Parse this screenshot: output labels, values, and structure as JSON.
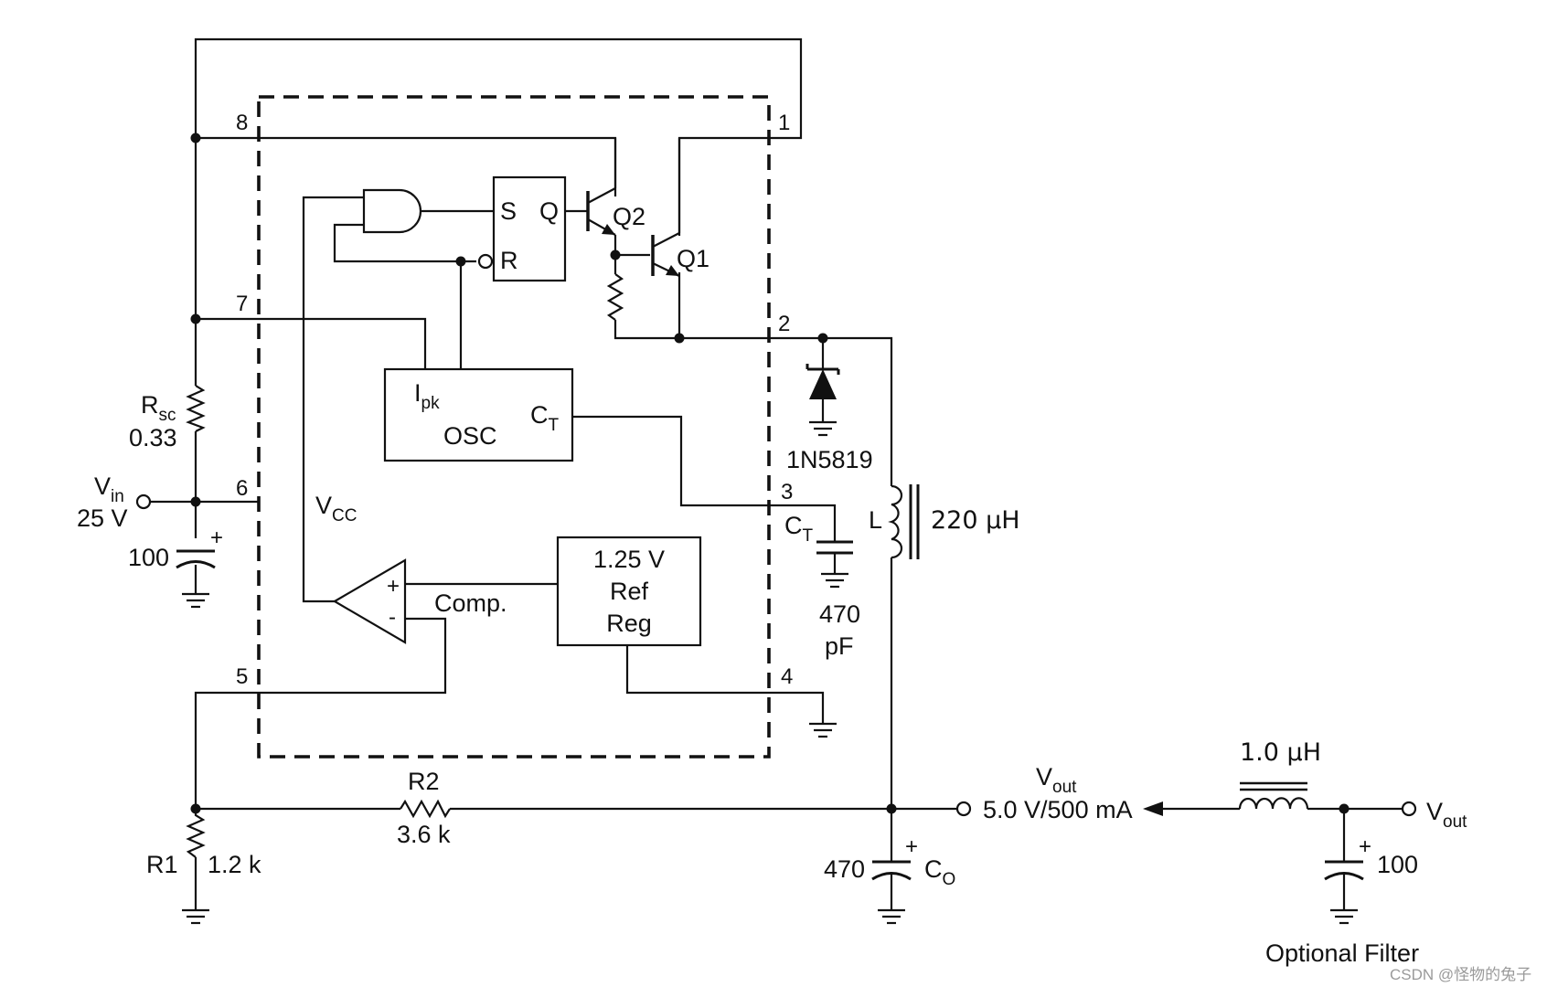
{
  "pins": [
    "8",
    "1",
    "7",
    "2",
    "6",
    "3",
    "5",
    "4"
  ],
  "blocks": {
    "latch_s": "S",
    "latch_q": "Q",
    "latch_r": "R",
    "osc_ipk": "I",
    "osc_ipk_sub": "pk",
    "osc_label": "OSC",
    "osc_ct": "C",
    "osc_ct_sub": "T",
    "vcc": "V",
    "vcc_sub": "CC",
    "comp_label": "Comp.",
    "comp_plus": "+",
    "comp_minus": "-",
    "ref_line1": "1.25 V",
    "ref_line2": "Ref",
    "ref_line3": "Reg"
  },
  "transistors": {
    "q2": "Q2",
    "q1": "Q1"
  },
  "external": {
    "rsc": "R",
    "rsc_sub": "sc",
    "rsc_value": "0.33",
    "vin": "V",
    "vin_sub": "in",
    "vin_value": "25 V",
    "cin_plus": "+",
    "cin_value": "100",
    "diode": "1N5819",
    "ct": "C",
    "ct_sub": "T",
    "ct_value_1": "470",
    "ct_value_2": "pF",
    "inductor": "L",
    "inductor_value": "220 μH",
    "r2": "R2",
    "r2_value": "3.6 k",
    "r1": "R1",
    "r1_value": "1.2 k",
    "cout_plus": "+",
    "cout_value": "470",
    "cout": "C",
    "cout_sub": "O",
    "vout": "V",
    "vout_sub": "out",
    "vout_value": "5.0 V/500 mA"
  },
  "filter": {
    "inductor_value": "1.0 μH",
    "cap_plus": "+",
    "cap_value": "100",
    "vout": "V",
    "vout_sub": "out",
    "caption": "Optional Filter"
  },
  "watermark": "CSDN @怪物的兔子"
}
